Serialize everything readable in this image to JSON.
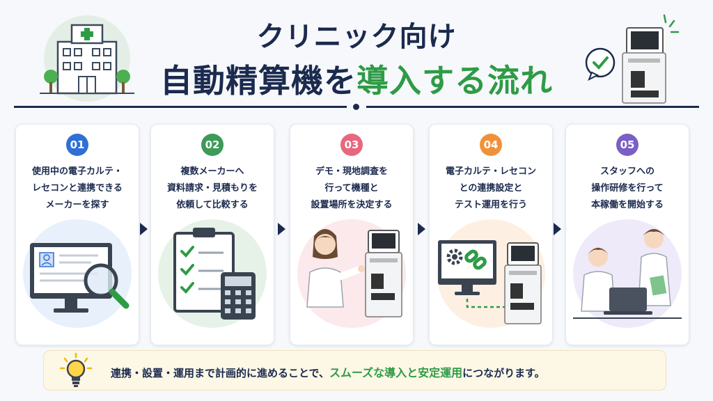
{
  "header": {
    "title_line1": "クリニック向け",
    "title_line2_part1": "自動精算機を",
    "title_line2_part2": "導入する流れ"
  },
  "colors": {
    "navy": "#1b2a4e",
    "green": "#2e9b45",
    "step01": "#2f6fd6",
    "step02": "#3d9a57",
    "step03": "#e8677c",
    "step04": "#f0913a",
    "step05": "#7a5fc4"
  },
  "icons": {
    "header_left": "clinic-building-icon",
    "header_right": "kiosk-checkmark-icon",
    "step01": "monitor-magnifier-icon",
    "step02": "clipboard-calculator-icon",
    "step03": "staff-demo-kiosk-icon",
    "step04": "monitor-link-kiosk-icon",
    "step05": "nurses-laptop-icon",
    "footer": "lightbulb-icon"
  },
  "steps": [
    {
      "number": "01",
      "text": "使用中の電子カルテ・\nレセコンと連携できる\nメーカーを探す"
    },
    {
      "number": "02",
      "text": "複数メーカーへ\n資料請求・見積もりを\n依頼して比較する"
    },
    {
      "number": "03",
      "text": "デモ・現地調査を\n行って機種と\n設置場所を決定する"
    },
    {
      "number": "04",
      "text": "電子カルテ・レセコン\nとの連携設定と\nテスト運用を行う"
    },
    {
      "number": "05",
      "text": "スタッフへの\n操作研修を行って\n本稼働を開始する"
    }
  ],
  "footer": {
    "text_before": "連携・設置・運用まで計画的に進めることで、",
    "highlight": "スムーズな導入と安定運用",
    "text_after": "につながります。"
  }
}
